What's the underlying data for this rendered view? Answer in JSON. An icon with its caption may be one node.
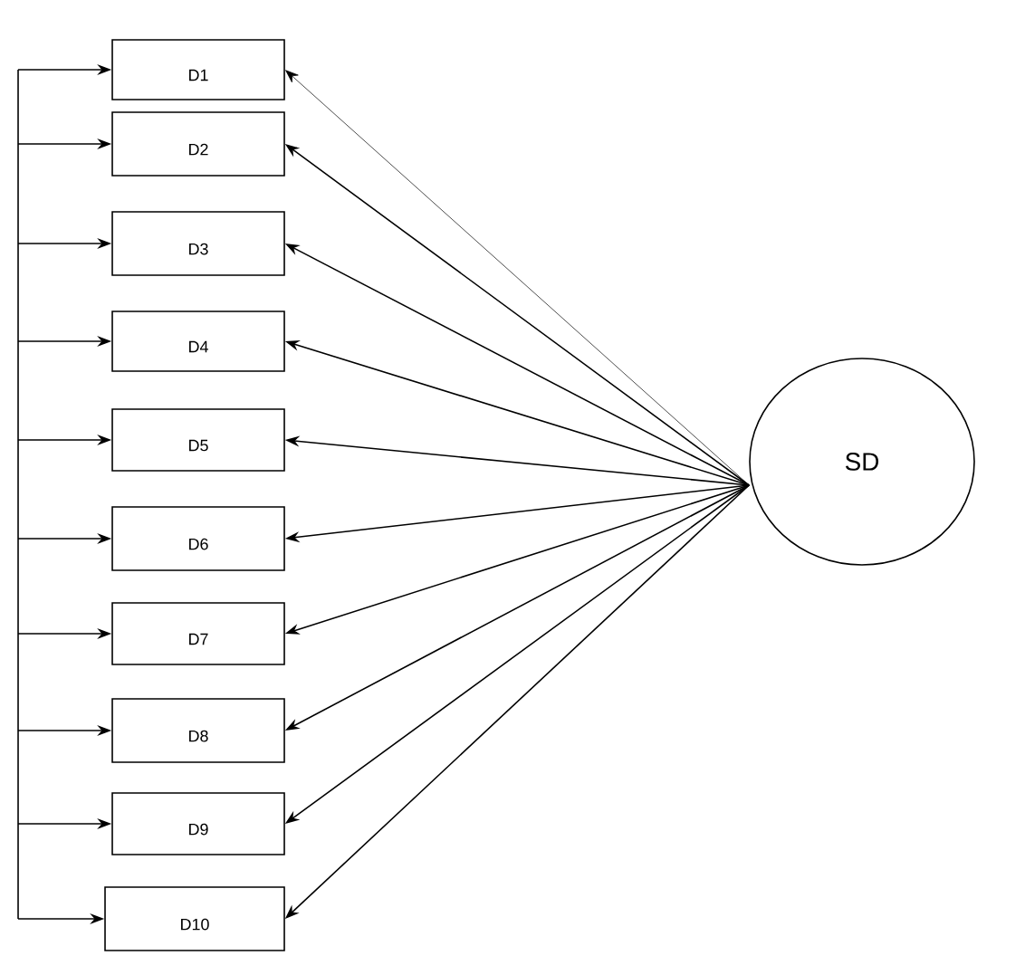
{
  "diagram": {
    "nodes": [
      {
        "text": [
          "D1"
        ]
      },
      {
        "text": [
          "D2"
        ]
      },
      {
        "text": [
          "D3"
        ]
      },
      {
        "text": [
          "D4"
        ]
      },
      {
        "text": [
          "D5"
        ]
      },
      {
        "text": [
          "D6"
        ]
      },
      {
        "text": [
          "D7"
        ]
      },
      {
        "text": [
          "D8"
        ]
      },
      {
        "text": [
          "D9"
        ]
      },
      {
        "text": [
          "D10"
        ]
      },
      {
        "text": [
          "SD"
        ]
      }
    ],
    "edges": [
      {
        "from": 10,
        "to": 0,
        "arrow": "to"
      },
      {
        "from": 10,
        "to": 1,
        "arrow": "to"
      },
      {
        "from": 10,
        "to": 2,
        "arrow": "to"
      },
      {
        "from": 10,
        "to": 3,
        "arrow": "to"
      },
      {
        "from": 10,
        "to": 4,
        "arrow": "to"
      },
      {
        "from": 10,
        "to": 5,
        "arrow": "to"
      },
      {
        "from": 10,
        "to": 6,
        "arrow": "to"
      },
      {
        "from": 10,
        "to": 7,
        "arrow": "to"
      },
      {
        "from": 10,
        "to": 8,
        "arrow": "to"
      },
      {
        "from": 10,
        "to": 9,
        "arrow": "to"
      },
      {
        "from": null,
        "to": 0,
        "arrow": "to"
      },
      {
        "from": null,
        "to": 1,
        "arrow": "to"
      },
      {
        "from": null,
        "to": 2,
        "arrow": "to"
      },
      {
        "from": null,
        "to": 3,
        "arrow": "to"
      },
      {
        "from": null,
        "to": 4,
        "arrow": "to"
      },
      {
        "from": null,
        "to": 5,
        "arrow": "to"
      },
      {
        "from": null,
        "to": 6,
        "arrow": "to"
      },
      {
        "from": null,
        "to": 7,
        "arrow": "to"
      },
      {
        "from": null,
        "to": 8,
        "arrow": "to"
      },
      {
        "from": null,
        "to": 9,
        "arrow": "to"
      }
    ]
  }
}
